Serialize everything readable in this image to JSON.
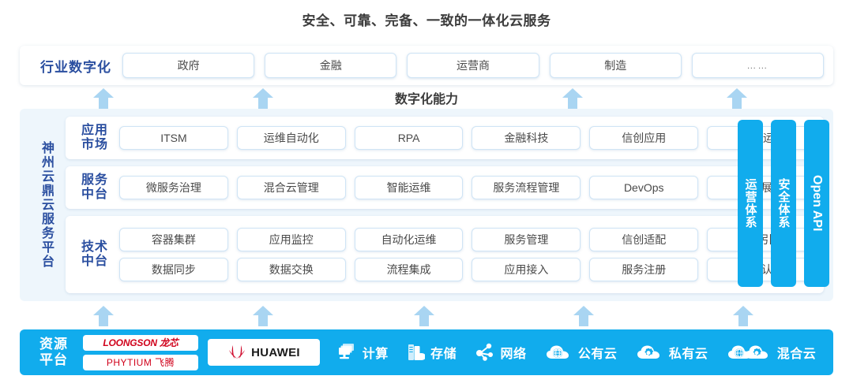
{
  "title": "安全、可靠、完备、一致的一体化云服务",
  "capability_label": "数字化能力",
  "industry": {
    "label": "行业数字化",
    "items": [
      {
        "label": "政府"
      },
      {
        "label": "金融"
      },
      {
        "label": "运营商"
      },
      {
        "label": "制造"
      },
      {
        "label": "……"
      }
    ]
  },
  "platform": {
    "label": "神州云鼎云服务平台",
    "cards": [
      {
        "label": "应用\n市场",
        "label_line1": "应用",
        "label_line2": "市场",
        "rows": [
          [
            "ITSM",
            "运维自动化",
            "RPA",
            "金融科技",
            "信创应用",
            "运维/运营"
          ]
        ]
      },
      {
        "label_line1": "服务",
        "label_line2": "中台",
        "rows": [
          [
            "微服务治理",
            "混合云管理",
            "智能运维",
            "服务流程管理",
            "DevOps",
            "大屏展示"
          ]
        ]
      },
      {
        "label_line1": "技术",
        "label_line2": "中台",
        "rows": [
          [
            "容器集群",
            "应用监控",
            "自动化运维",
            "服务管理",
            "信创适配",
            "流程引擎"
          ],
          [
            "数据同步",
            "数据交换",
            "流程集成",
            "应用接入",
            "服务注册",
            "统一认证"
          ]
        ]
      }
    ]
  },
  "vertical_bars": [
    {
      "label": "运营体系"
    },
    {
      "label": "安全体系"
    },
    {
      "label": "Open API"
    }
  ],
  "resource": {
    "label_line1": "资源",
    "label_line2": "平台",
    "logos": [
      {
        "name": "loongson",
        "text": "LOONGSON 龙芯"
      },
      {
        "name": "phytium",
        "text": "PHYTIUM 飞腾"
      },
      {
        "name": "huawei",
        "text": "HUAWEI"
      }
    ],
    "items": [
      {
        "label": "计算",
        "icon": "compute-icon"
      },
      {
        "label": "存储",
        "icon": "storage-icon"
      },
      {
        "label": "网络",
        "icon": "network-icon"
      },
      {
        "label": "公有云",
        "icon": "public-cloud-icon"
      },
      {
        "label": "私有云",
        "icon": "private-cloud-icon"
      },
      {
        "label": "混合云",
        "icon": "hybrid-cloud-icon"
      }
    ]
  },
  "colors": {
    "brand_blue": "#11aced",
    "arrow_blue": "#a9d5f2",
    "label_navy": "#2b4fa0",
    "panel_bg": "#eef6fc",
    "chip_border": "#cfe4f5",
    "logo_red": "#d0021b"
  }
}
